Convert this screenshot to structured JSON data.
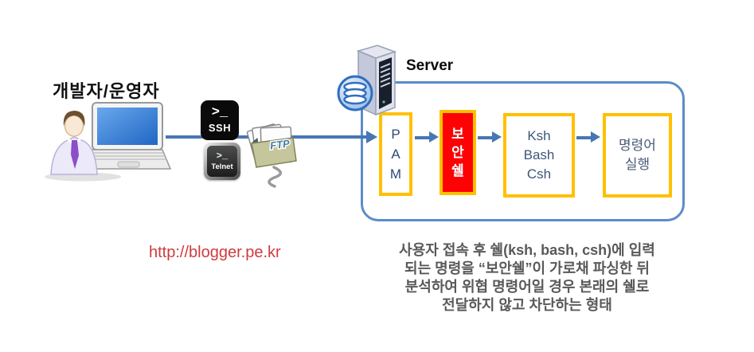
{
  "page": {
    "background": "#ffffff"
  },
  "actor": {
    "label": "개발자/운영자"
  },
  "icons": {
    "ssh": {
      "prompt": ">_",
      "label": "SSH"
    },
    "telnet": {
      "prompt": ">_",
      "label": "Telnet"
    },
    "ftp": {
      "label": "FTP"
    },
    "server": {
      "label": "Server"
    }
  },
  "flow": {
    "pam": {
      "chars": [
        "P",
        "A",
        "M"
      ]
    },
    "secure_shell": {
      "chars": [
        "보",
        "안",
        "쉘"
      ]
    },
    "shells": {
      "lines": [
        "Ksh",
        "Bash",
        "Csh"
      ]
    },
    "command_exec": {
      "lines": [
        "명령어",
        "실행"
      ]
    }
  },
  "footer": {
    "url": "http://blogger.pe.kr",
    "description_lines": [
      "사용자 접속 후 쉘(ksh, bash, csh)에 입력",
      "되는 명령을 “보안쉘”이 가로채 파싱한 뒤",
      "분석하여 위협 명령어일 경우 본래의 쉘로",
      "전달하지 않고 차단하는 형태"
    ]
  },
  "colors": {
    "arrow_blue": "#4677b4",
    "boundary_blue": "#5c8cc9",
    "box_border_yellow": "#ffc000",
    "secure_shell_red": "#fc0204",
    "url_red": "#cf3b3f",
    "description_gray": "#595959",
    "pam_text_navy": "#2b4a78"
  }
}
